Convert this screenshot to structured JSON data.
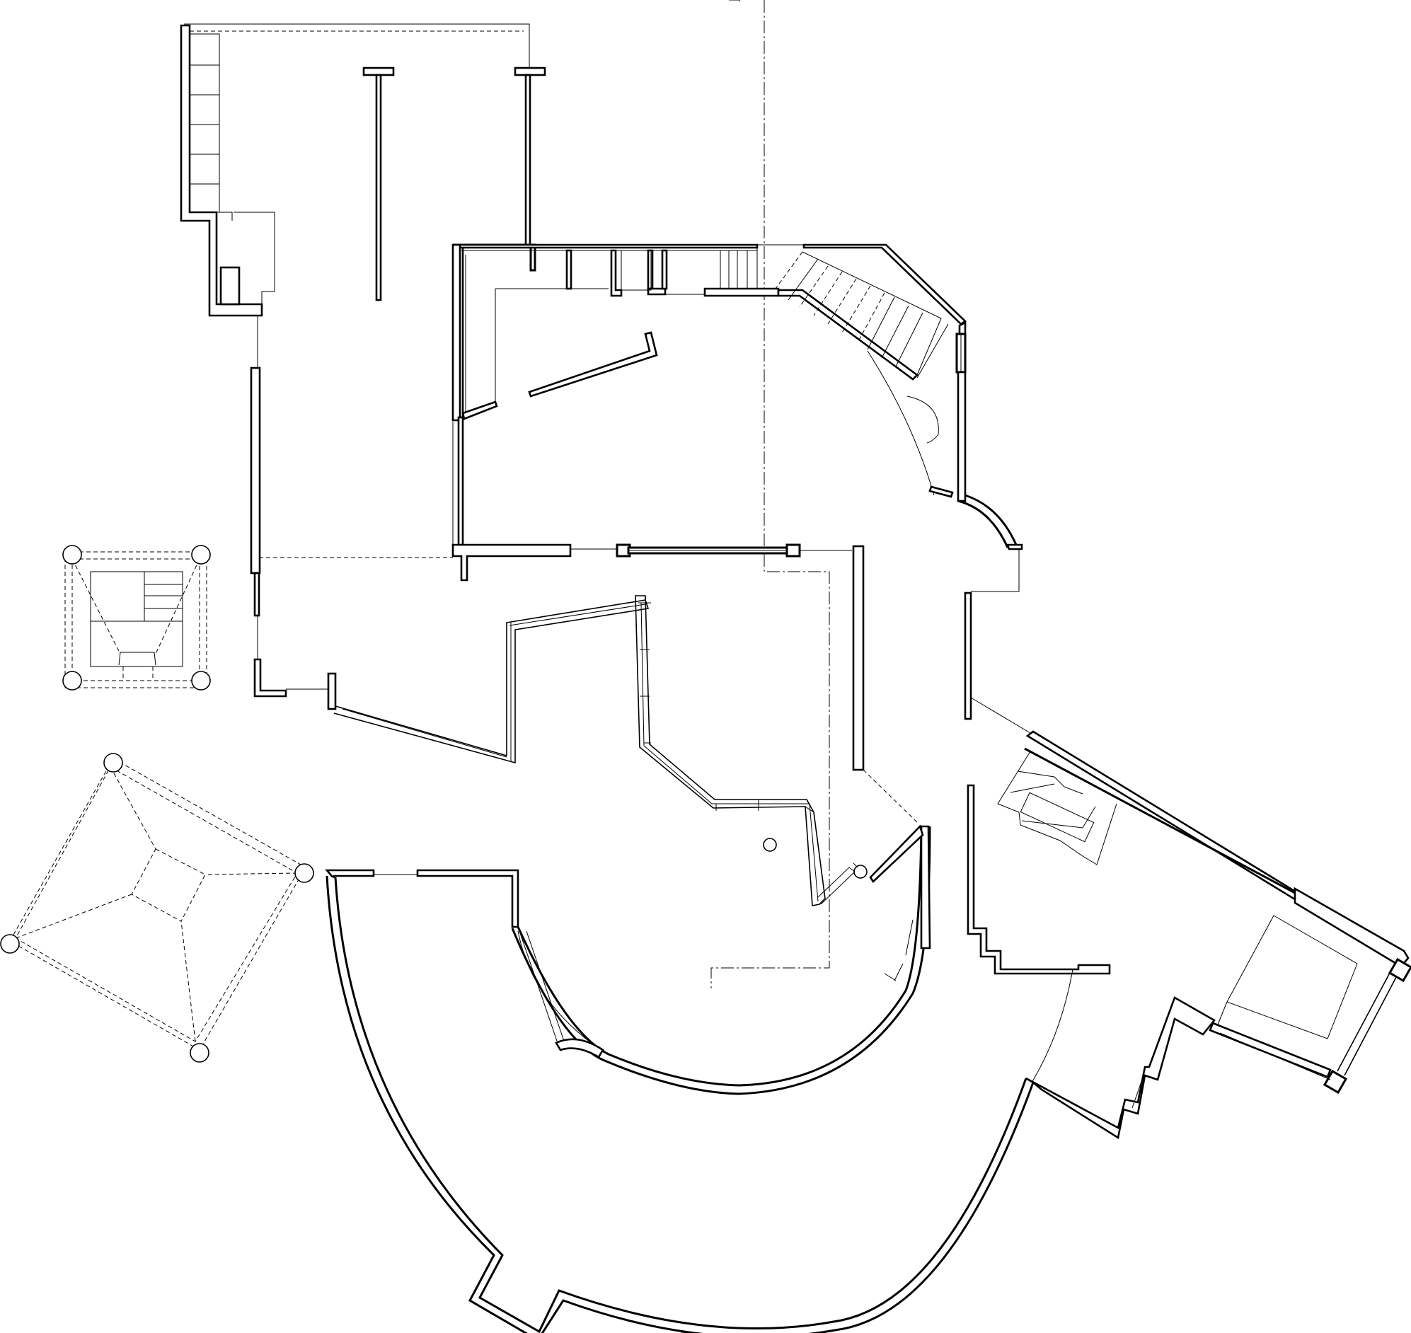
{
  "drawing": {
    "background_color": "#ffffff",
    "line_color": "#000000",
    "wall_style": "double-line",
    "hidden_line_style": "dashed",
    "centerline_style": "dash-dot"
  }
}
